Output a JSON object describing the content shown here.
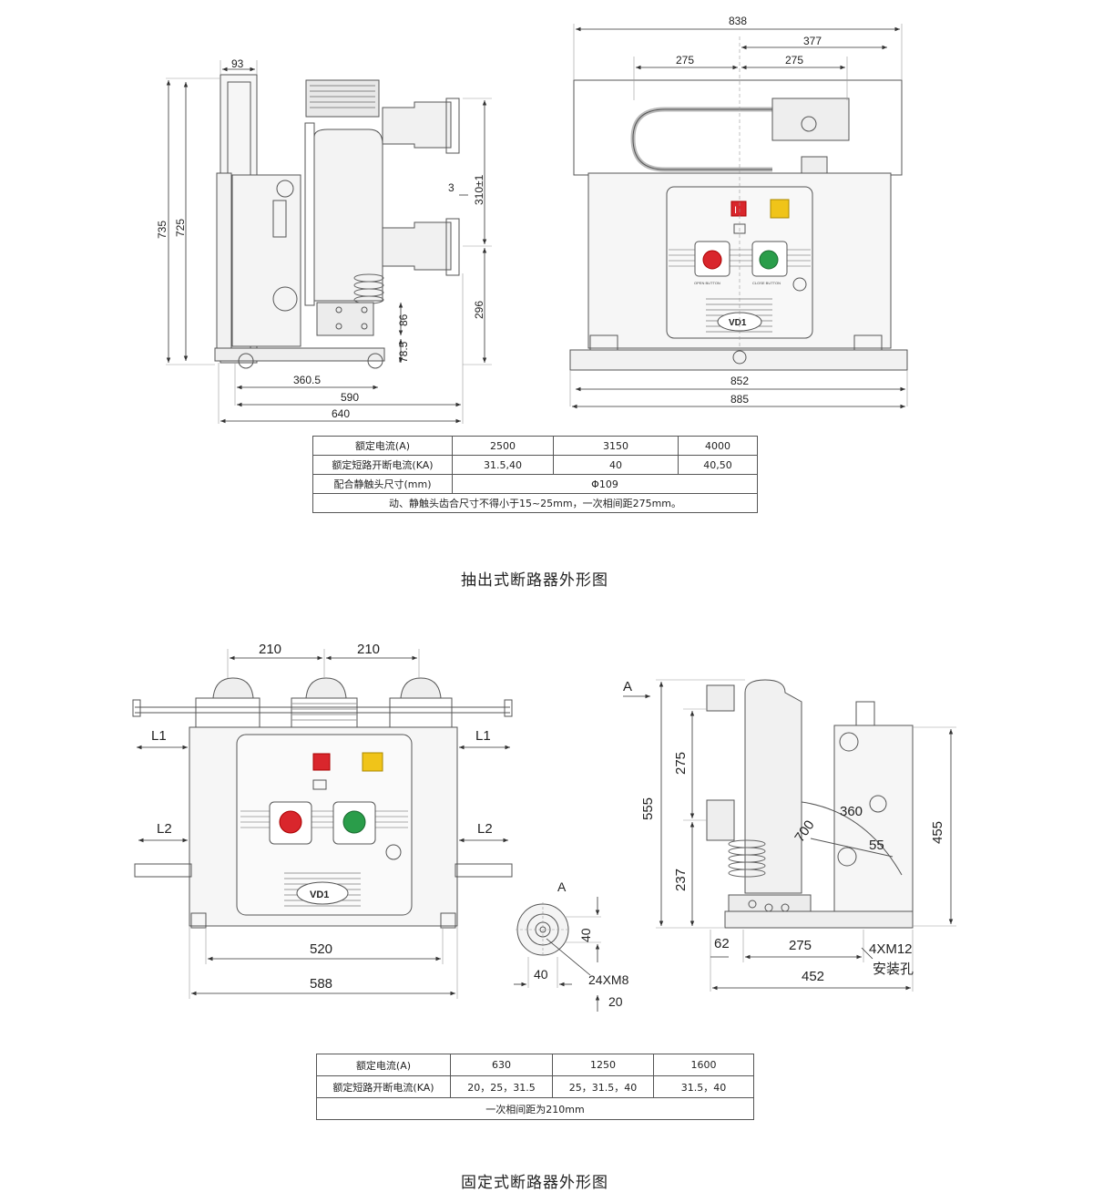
{
  "withdrawable": {
    "side_view": {
      "dims": {
        "top_width": "93",
        "height_outer": "735",
        "height_inner": "725",
        "contact_gap": "3",
        "contact_pitch": "310±1",
        "lower_contact_height": "296",
        "bracket_height": "86",
        "base_height": "78.5",
        "depth_1": "360.5",
        "depth_2": "590",
        "depth_3": "640"
      }
    },
    "front_view": {
      "dims": {
        "total_width": "838",
        "offset": "377",
        "pitch_left": "275",
        "pitch_right": "275",
        "base_inner": "852",
        "base_outer": "885"
      },
      "panel": {
        "open_label": "OPEN BUTTON",
        "close_label": "CLOSE BUTTON",
        "brand": "VD1"
      }
    },
    "table": {
      "row1": {
        "label": "额定电流(A)",
        "values": [
          "2500",
          "3150",
          "4000"
        ]
      },
      "row2": {
        "label": "额定短路开断电流(KA)",
        "values": [
          "31.5,40",
          "40",
          "40,50"
        ]
      },
      "row3": {
        "label": "配合静触头尺寸(mm)",
        "value": "Φ109"
      },
      "note": "动、静触头齿合尺寸不得小于15~25mm，一次相间距275mm。"
    },
    "caption": "抽出式断路器外形图"
  },
  "fixed": {
    "front_view": {
      "dims": {
        "pitch_left": "210",
        "pitch_right": "210",
        "l1_left": "L1",
        "l1_right": "L1",
        "l2_left": "L2",
        "l2_right": "L2",
        "width_inner": "520",
        "width_outer": "588"
      },
      "panel": {
        "brand": "VD1"
      }
    },
    "detail_view": {
      "label": "A",
      "dim_v": "40",
      "dim_h": "40",
      "thread": "24XM8",
      "depth": "20"
    },
    "side_view": {
      "dims": {
        "view_arrow": "A",
        "total_height": "555",
        "upper": "275",
        "lower": "237",
        "angle_360": "360",
        "radius_700": "700",
        "dim_55": "55",
        "right_height": "455",
        "left_offset": "62",
        "mount_pitch": "275",
        "mount_holes": "4XM12",
        "mount_label": "安装孔",
        "depth": "452"
      }
    },
    "table": {
      "row1": {
        "label": "额定电流(A)",
        "values": [
          "630",
          "1250",
          "1600"
        ]
      },
      "row2": {
        "label": "额定短路开断电流(KA)",
        "values": [
          "20，25，31.5",
          "25，31.5，40",
          "31.5，40"
        ]
      },
      "note": "一次相间距为210mm"
    },
    "caption": "固定式断路器外形图"
  }
}
